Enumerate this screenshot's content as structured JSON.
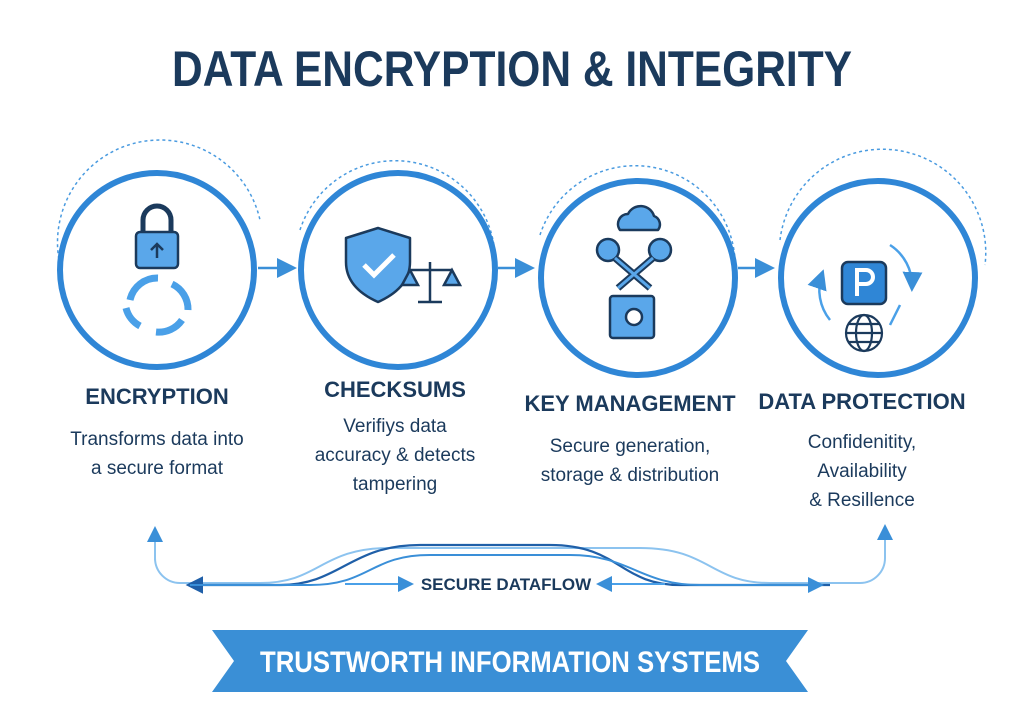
{
  "title": "DATA ENCRYPTION & INTEGRITY",
  "steps": [
    {
      "heading": "ENCRYPTION",
      "lines": [
        "Transforms data into",
        "a secure format"
      ],
      "icon": "lock-with-cycle-arrows-icon"
    },
    {
      "heading": "CHECKSUMS",
      "lines": [
        "Verifiys data",
        "accuracy & detects",
        "tampering"
      ],
      "icon": "shield-check-and-scales-icon"
    },
    {
      "heading": "KEY MANAGEMENT",
      "lines": [
        "Secure generation,",
        "storage & distribution"
      ],
      "icon": "cloud-keys-safe-icon"
    },
    {
      "heading": "DATA PROTECTION",
      "lines": [
        "Confidenitity,",
        "Availability",
        "& Resillence"
      ],
      "icon": "parking-globe-cycle-icon"
    }
  ],
  "flow_label": "SECURE DATAFLOW",
  "banner": "TRUSTWORTH INFORMATION SYSTEMS",
  "colors": {
    "navy": "#1b3a5c",
    "accent": "#2f86d6",
    "banner": "#3a8fd6"
  }
}
